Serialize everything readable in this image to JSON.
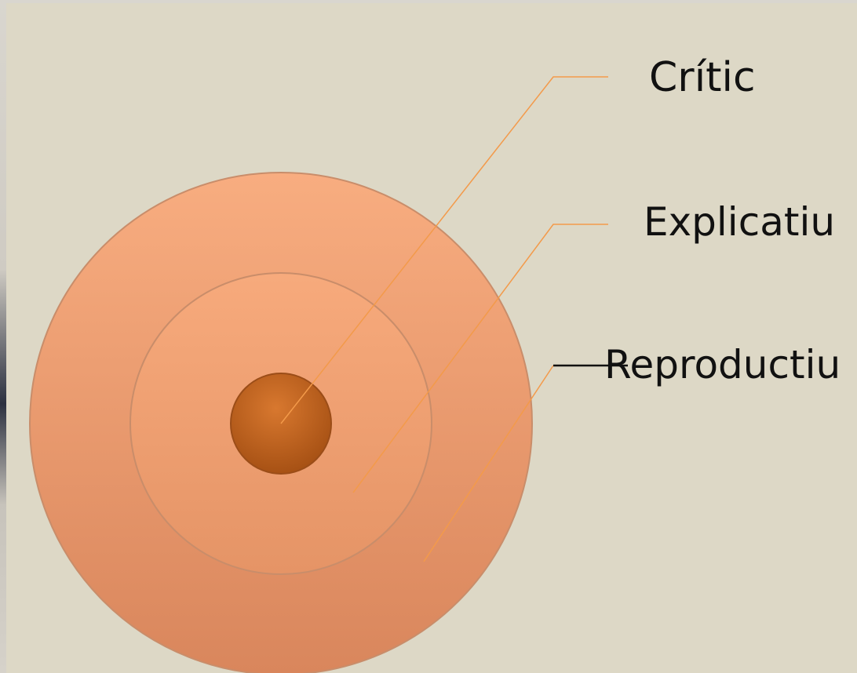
{
  "diagram": {
    "levels": [
      {
        "label": "Crític"
      },
      {
        "label": "Explicatiu"
      },
      {
        "label": "Reproductiu"
      }
    ],
    "colors": {
      "background": "#ddd8c6",
      "outer_ring": "#f0a070",
      "middle_ring": "#eda06c",
      "core": "#c2611c",
      "leader_lines": "#f39a4a",
      "text": "#111111"
    }
  }
}
